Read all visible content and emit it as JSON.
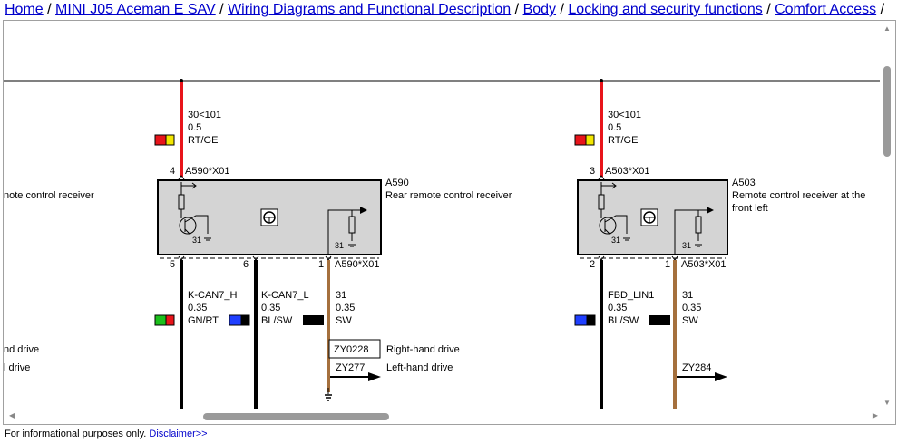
{
  "breadcrumb": {
    "items": [
      "Home",
      "MINI J05 Aceman E SAV",
      "Wiring Diagrams and Functional Description",
      "Body",
      "Locking and security functions",
      "Comfort Access"
    ],
    "separator": "/"
  },
  "diagram": {
    "left_partial_labels": {
      "component": "note control receiver",
      "rhd": "nd drive",
      "lhd": "l drive"
    },
    "a590": {
      "id": "A590",
      "name": "Rear remote control receiver",
      "connector": "A590*X01",
      "supply": {
        "pin": "4",
        "signal": "30<101",
        "size": "0.5",
        "color": "RT/GE"
      },
      "pins": [
        {
          "pin": "5",
          "signal": "K-CAN7_H",
          "size": "0.35",
          "color": "GN/RT"
        },
        {
          "pin": "6",
          "signal": "K-CAN7_L",
          "size": "0.35",
          "color": "BL/SW"
        },
        {
          "pin": "1",
          "signal": "31",
          "size": "0.35",
          "color": "SW"
        }
      ],
      "ground_label": "31",
      "ground_label_2": "31",
      "zy_box": "ZY0228",
      "zy_box_label": "Right-hand drive",
      "zy_arrow": "ZY277",
      "zy_arrow_label": "Left-hand drive"
    },
    "a503": {
      "id": "A503",
      "name_line1": "Remote control receiver at the",
      "name_line2": "front left",
      "connector": "A503*X01",
      "supply": {
        "pin": "3",
        "signal": "30<101",
        "size": "0.5",
        "color": "RT/GE"
      },
      "pins": [
        {
          "pin": "2",
          "signal": "FBD_LIN1",
          "size": "0.35",
          "color": "BL/SW"
        },
        {
          "pin": "1",
          "signal": "31",
          "size": "0.35",
          "color": "SW"
        }
      ],
      "ground_label": "31",
      "ground_label_2": "31",
      "zy_arrow": "ZY284"
    }
  },
  "footer": {
    "text": "For informational purposes only.",
    "link": "Disclaimer>>"
  },
  "colors": {
    "wire_red": "#e8141a",
    "wire_black": "#000000",
    "wire_brown": "#a5703d",
    "component_fill": "#d4d4d4",
    "link": "#0000cc"
  }
}
